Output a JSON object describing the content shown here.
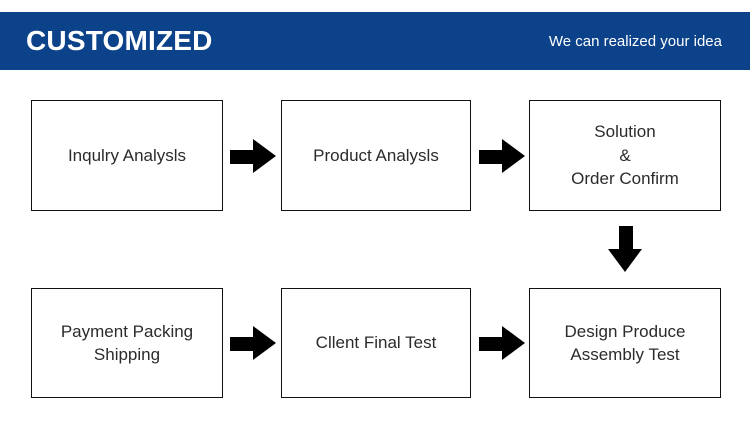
{
  "header": {
    "title": "CUSTOMIZED",
    "tagline": "We can realized your idea",
    "background_color": "#0b4289",
    "text_color": "#ffffff"
  },
  "flow": {
    "box_border_color": "#111111",
    "arrow_color": "#000000",
    "steps": [
      {
        "id": "step-1",
        "label": "Inqulry Analysls",
        "row": 1,
        "column": 1
      },
      {
        "id": "step-2",
        "label": "Product Analysls",
        "row": 1,
        "column": 2
      },
      {
        "id": "step-3",
        "label": "Solution\n&\nOrder Confirm",
        "row": 1,
        "column": 3
      },
      {
        "id": "step-4",
        "label": "Payment Packing\nShipping",
        "row": 2,
        "column": 1
      },
      {
        "id": "step-5",
        "label": "Cllent Final Test",
        "row": 2,
        "column": 2
      },
      {
        "id": "step-6",
        "label": "Design Produce\nAssembly Test",
        "row": 2,
        "column": 3
      }
    ],
    "connectors": [
      {
        "id": "arrow-1",
        "direction": "right",
        "from": "step-1",
        "to": "step-2"
      },
      {
        "id": "arrow-2",
        "direction": "right",
        "from": "step-2",
        "to": "step-3"
      },
      {
        "id": "arrow-3",
        "direction": "down",
        "from": "step-3",
        "to": "step-6"
      },
      {
        "id": "arrow-4",
        "direction": "right",
        "from": "step-6",
        "to": "step-5"
      },
      {
        "id": "arrow-5",
        "direction": "right",
        "from": "step-5",
        "to": "step-4"
      }
    ]
  }
}
